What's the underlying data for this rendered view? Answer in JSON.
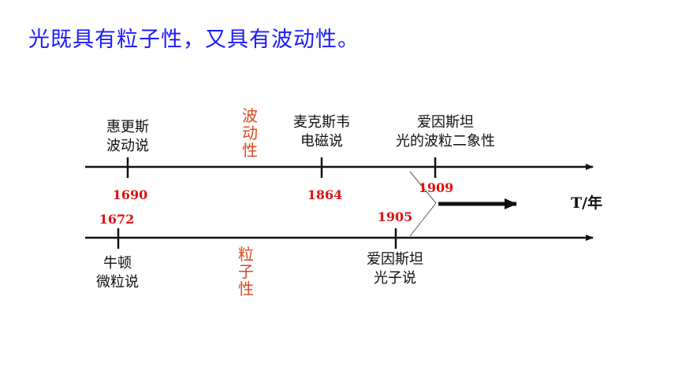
{
  "title": "光既具有粒子性，又具有波动性。",
  "wave_timeline": {
    "label": "波动性",
    "events": [
      {
        "year": "1690",
        "lines": [
          "惠更斯",
          "波动说"
        ]
      },
      {
        "year": "1864",
        "lines": [
          "麦克斯韦",
          "电磁说"
        ]
      },
      {
        "year": "1909",
        "lines": [
          "爱因斯坦",
          "光的波粒二象性"
        ]
      }
    ]
  },
  "particle_timeline": {
    "label": "粒子性",
    "events": [
      {
        "year": "1672",
        "lines": [
          "牛顿",
          "微粒说"
        ]
      },
      {
        "year": "1905",
        "lines": [
          "爱因斯坦",
          "光子说"
        ]
      }
    ]
  },
  "axis_label": "T/年",
  "colors": {
    "title": "#1a1aff",
    "year": "#e01010",
    "property": "#d84a20"
  }
}
